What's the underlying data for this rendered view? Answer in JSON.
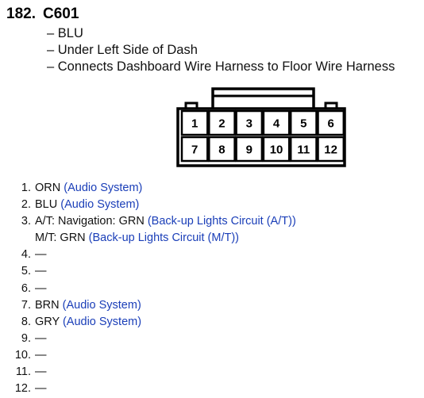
{
  "heading": {
    "number": "182.",
    "code": "C601"
  },
  "description": [
    "BLU",
    "Under Left Side of Dash",
    "Connects Dashboard Wire Harness to Floor Wire Harness"
  ],
  "connector": {
    "top_row": [
      "1",
      "2",
      "3",
      "4",
      "5",
      "6"
    ],
    "bottom_row": [
      "7",
      "8",
      "9",
      "10",
      "11",
      "12"
    ]
  },
  "pins": [
    {
      "num": "1.",
      "text": "ORN",
      "link": "(Audio System)"
    },
    {
      "num": "2.",
      "text": "BLU",
      "link": "(Audio System)"
    },
    {
      "num": "3.",
      "text": "A/T: Navigation: GRN",
      "link": "(Back-up Lights Circuit (A/T))"
    },
    {
      "num": "",
      "text": "M/T: GRN",
      "link": "(Back-up Lights Circuit (M/T))"
    },
    {
      "num": "4.",
      "text": "—",
      "link": ""
    },
    {
      "num": "5.",
      "text": "—",
      "link": ""
    },
    {
      "num": "6.",
      "text": "—",
      "link": ""
    },
    {
      "num": "7.",
      "text": "BRN",
      "link": "(Audio System)"
    },
    {
      "num": "8.",
      "text": "GRY",
      "link": "(Audio System)"
    },
    {
      "num": "9.",
      "text": "—",
      "link": ""
    },
    {
      "num": "10.",
      "text": "—",
      "link": ""
    },
    {
      "num": "11.",
      "text": "—",
      "link": ""
    },
    {
      "num": "12.",
      "text": "—",
      "link": ""
    }
  ],
  "colors": {
    "link": "#1a3eb8",
    "text": "#111111",
    "outline": "#000000"
  }
}
